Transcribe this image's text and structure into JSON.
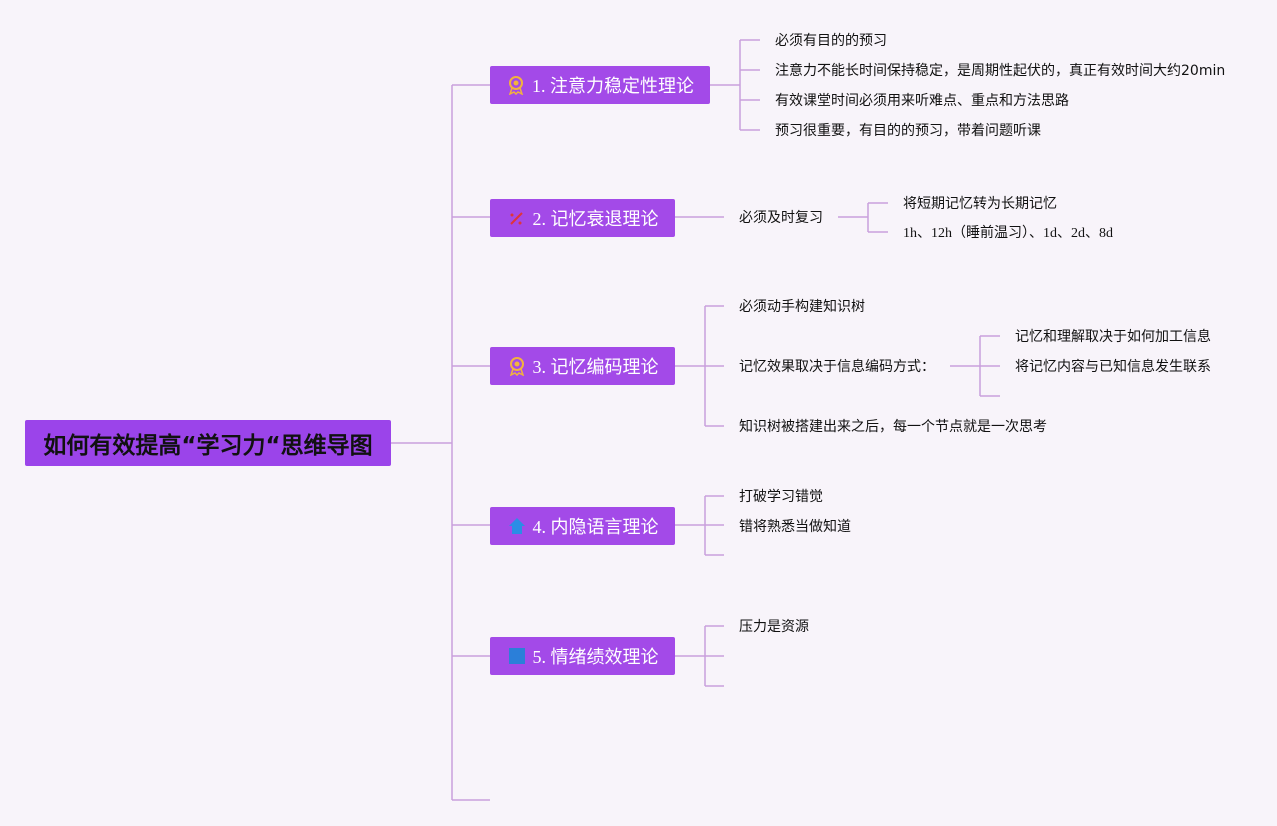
{
  "root": {
    "title": "如何有效提高“学习力“思维导图"
  },
  "branches": [
    {
      "label": "1. 注意力稳定性理论",
      "icon": "award-ribbon-icon",
      "items": [
        "必须有目的的预习",
        "注意力不能长时间保持稳定，是周期性起伏的，真正有效时间大约20min",
        "有效课堂时间必须用来听难点、重点和方法思路",
        "预习很重要，有目的的预习，带着问题听课"
      ]
    },
    {
      "label": "2. 记忆衰退理论",
      "icon": "magic-wand-icon",
      "items": [
        {
          "text": "必须及时复习",
          "children": [
            "将短期记忆转为长期记忆",
            "1h、12h（睡前温习）、1d、2d、8d"
          ]
        }
      ]
    },
    {
      "label": "3. 记忆编码理论",
      "icon": "award-ribbon-icon",
      "items": [
        "必须动手构建知识树",
        {
          "text": "记忆效果取决于信息编码方式：",
          "children": [
            "记忆和理解取决于如何加工信息",
            "将记忆内容与已知信息发生联系"
          ]
        },
        "知识树被搭建出来之后，每一个节点就是一次思考"
      ]
    },
    {
      "label": "4. 内隐语言理论",
      "icon": "house-icon",
      "items": [
        "打破学习错觉",
        "错将熟悉当做知道",
        ""
      ]
    },
    {
      "label": "5. 情绪绩效理论",
      "icon": "flag-icon",
      "items": [
        "压力是资源",
        "",
        ""
      ]
    }
  ],
  "colors": {
    "connector": "#c9a0dc",
    "branch_fill": "#a34ae8",
    "root_fill": "#9b44ea",
    "background": "#f8f4fa"
  }
}
